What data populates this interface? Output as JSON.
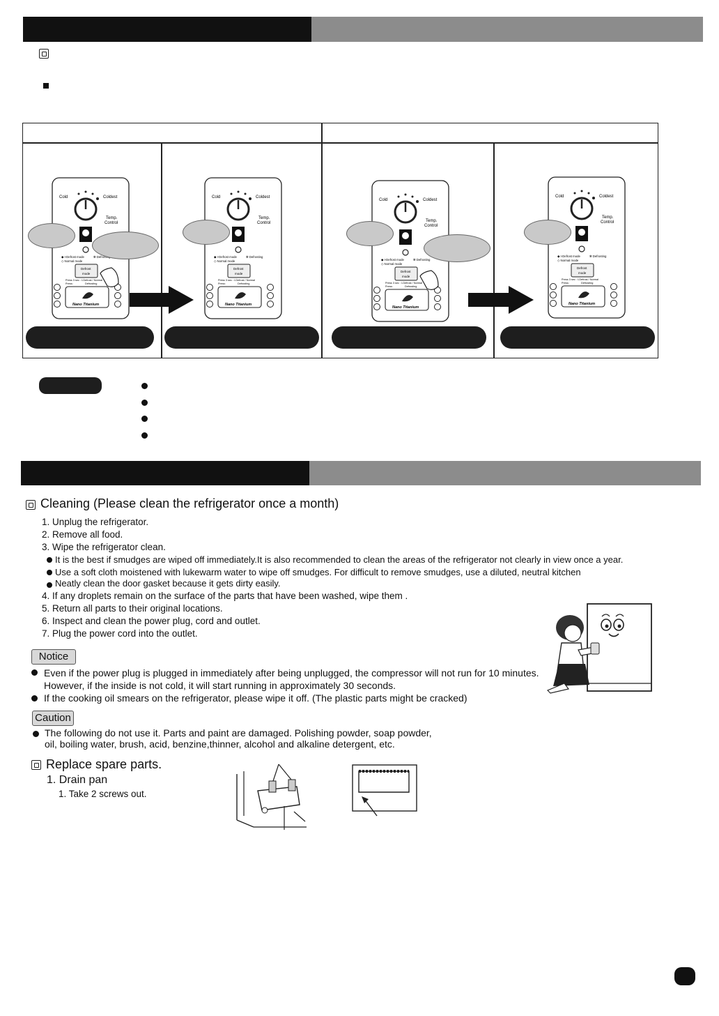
{
  "cleaning": {
    "title": "Cleaning (Please clean the refrigerator once a  month)",
    "steps": [
      "1. Unplug the refrigerator.",
      "2. Remove all food.",
      "3. Wipe the refrigerator clean."
    ],
    "bullets": [
      "It is the best if smudges are wiped off immediately.It is also recommended to clean the areas of the refrigerator not clearly in view once a year.",
      "Use a soft cloth moistened with lukewarm water to wipe off smudges. For difficult to remove smudges, use a diluted, neutral kitchen",
      "Neatly clean the door gasket because it gets dirty easily."
    ],
    "steps2": [
      "4. If any droplets remain on the surface of the parts that have been washed, wipe them .",
      "5. Return all parts  to their original locations.",
      "6. Inspect and clean the power plug, cord and outlet.",
      "7. Plug the power cord into the outlet."
    ]
  },
  "notice": {
    "label": "Notice",
    "items": [
      "Even if the power plug is plugged in immediately after being unplugged, the compressor will not run for 10 minutes.",
      "However, if the inside is not cold, it will start running in approximately 30 seconds.",
      "If the cooking oil smears on the refrigerator, please wipe it off. (The plastic parts might  be cracked)"
    ]
  },
  "caution": {
    "label": "Caution",
    "items": [
      "The following do not use it. Parts and paint  are damaged. Polishing powder, soap powder,",
      "oil, boiling water, brush, acid, benzine,thinner, alcohol and alkaline detergent, etc."
    ]
  },
  "replace": {
    "title": "Replace spare parts.",
    "sub": "1. Drain pan",
    "step": "1. Take 2 screws out."
  },
  "control_panel": {
    "cold": "Cold",
    "coldest": "Coldest",
    "temp": "Temp.",
    "control": "Control",
    "defrost_badge": "DEFROST",
    "defrost_mode_row": "I-Defrost mode",
    "defrosting": "Defrosting",
    "normal_mode": "Normal mode",
    "button_line1": "Defrost",
    "button_line2": "mode",
    "press3": "Press 3 sec : I-Defrost / Normal",
    "press": "Press:",
    "press_defrosting": "Defrosting",
    "nano": "Nano Titanium"
  },
  "colors": {
    "header_dark": "#111111",
    "header_gray": "#8c8c8c",
    "bubble": "#c9c9c9"
  }
}
